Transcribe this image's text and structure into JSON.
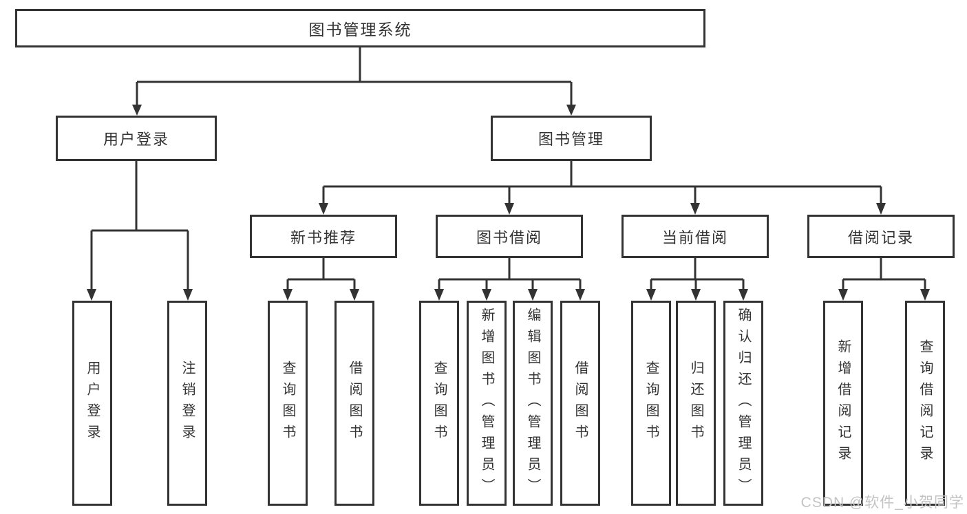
{
  "tree": {
    "root": "图书管理系统",
    "branches": {
      "user_login": {
        "label": "用户登录",
        "leaves": [
          "用户登录",
          "注销登录"
        ]
      },
      "book_management": {
        "label": "图书管理",
        "sections": {
          "new_books": {
            "label": "新书推荐",
            "leaves": [
              "查询图书",
              "借阅图书"
            ]
          },
          "book_borrow": {
            "label": "图书借阅",
            "leaves": [
              "查询图书",
              "新增图书（管理员）",
              "编辑图书（管理员）",
              "借阅图书"
            ]
          },
          "current_borrow": {
            "label": "当前借阅",
            "leaves": [
              "查询图书",
              "归还图书",
              "确认归还（管理员）"
            ]
          },
          "borrow_records": {
            "label": "借阅记录",
            "leaves": [
              "新增借阅记录",
              "查询借阅记录"
            ]
          }
        }
      }
    }
  },
  "watermark": "CSDN @软件_小贺同学",
  "colors": {
    "line": "#333333",
    "text": "#333333",
    "background": "#ffffff",
    "watermark": "#c3c3c3"
  }
}
